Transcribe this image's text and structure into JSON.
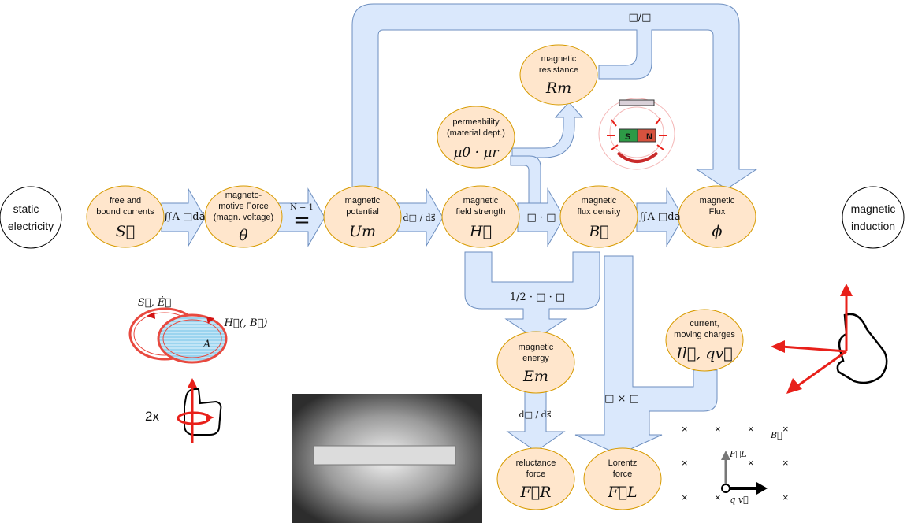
{
  "left_circle": [
    "static",
    "electricity"
  ],
  "right_circle": [
    "magnetic",
    "induction"
  ],
  "nodes": {
    "currents": {
      "lines": [
        "free and",
        "bound currents"
      ],
      "symbol": "S⃗"
    },
    "mmf": {
      "lines": [
        "magneto-",
        "motive Force",
        "(magn. voltage)"
      ],
      "symbol": "θ"
    },
    "potential": {
      "lines": [
        "magnetic",
        "potential"
      ],
      "symbol": "Um"
    },
    "field": {
      "lines": [
        "magnetic",
        "field strength"
      ],
      "symbol": "H⃗"
    },
    "density": {
      "lines": [
        "magnetic",
        "flux density"
      ],
      "symbol": "B⃗"
    },
    "flux": {
      "lines": [
        "magnetic",
        "Flux"
      ],
      "symbol": "ϕ"
    },
    "resistance": {
      "lines": [
        "magnetic",
        "resistance"
      ],
      "symbol": "Rm"
    },
    "permeability": {
      "lines": [
        "permeability",
        "(material dept.)"
      ],
      "symbol": "μ0 · μr"
    },
    "energy": {
      "lines": [
        "magnetic",
        "energy"
      ],
      "symbol": "Em"
    },
    "reluctance": {
      "lines": [
        "reluctance",
        "force"
      ],
      "symbol": "F⃗R"
    },
    "lorentz": {
      "lines": [
        "Lorentz",
        "force"
      ],
      "symbol": "F⃗L"
    },
    "current": {
      "lines": [
        "current,",
        "moving charges"
      ],
      "symbol": "Il⃗, qv⃗"
    }
  },
  "operators": {
    "integral_1": "∬A □da⃗",
    "n_equals": "N = 1",
    "equals": "=",
    "derivative_1": "d□ / ds⃗",
    "product": "□ · □",
    "integral_2": "∬A □da⃗",
    "ratio": "□/□",
    "half": "1/2 · □ · □",
    "derivative_2": "d□ / ds⃗",
    "cross": "□ × □"
  },
  "illustrations": {
    "rings_top_label": "S⃗, Ė⃗",
    "rings_right_label": "H⃗(, B⃗)",
    "rings_area_label": "A",
    "thumb_label": "2x",
    "magnet_s": "S",
    "magnet_n": "N",
    "field_b_label": "B⃗",
    "force_label": "F⃗L",
    "charge_label": "q v⃗",
    "cross_mark": "×"
  }
}
